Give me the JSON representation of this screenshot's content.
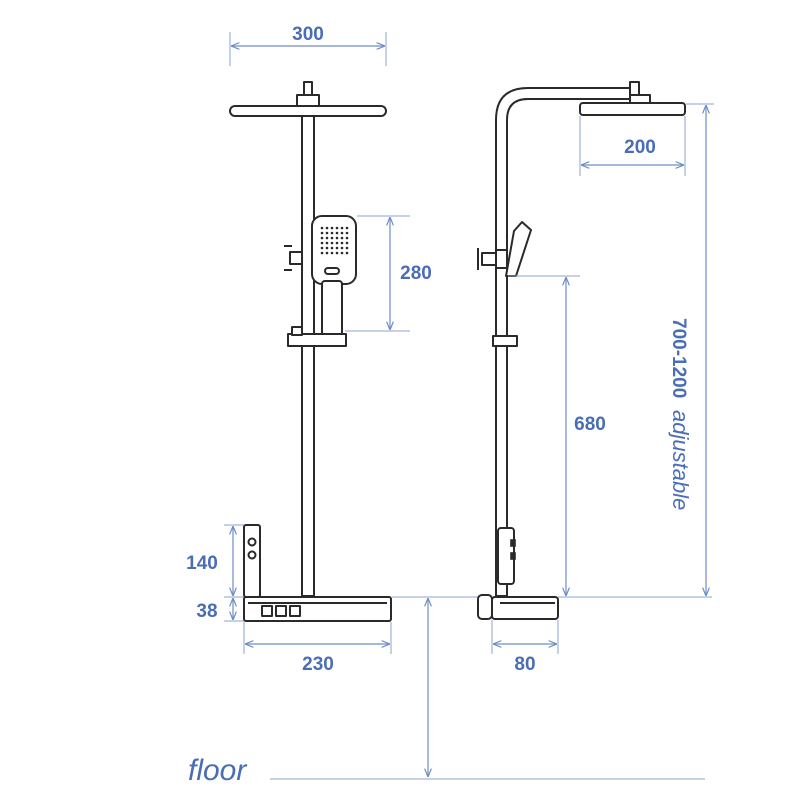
{
  "dimensions": {
    "head_width": "300",
    "head_depth": "200",
    "handheld_height": "280",
    "valve_height": "140",
    "shelf_height": "38",
    "shelf_width": "230",
    "shelf_depth": "80",
    "slide_height": "680",
    "adjustable_range": "700-1200",
    "adjustable_word": "adjustable"
  },
  "floor_label": "floor",
  "colors": {
    "dimension": "#4a6db5",
    "fixture": "#2a2a2a"
  }
}
